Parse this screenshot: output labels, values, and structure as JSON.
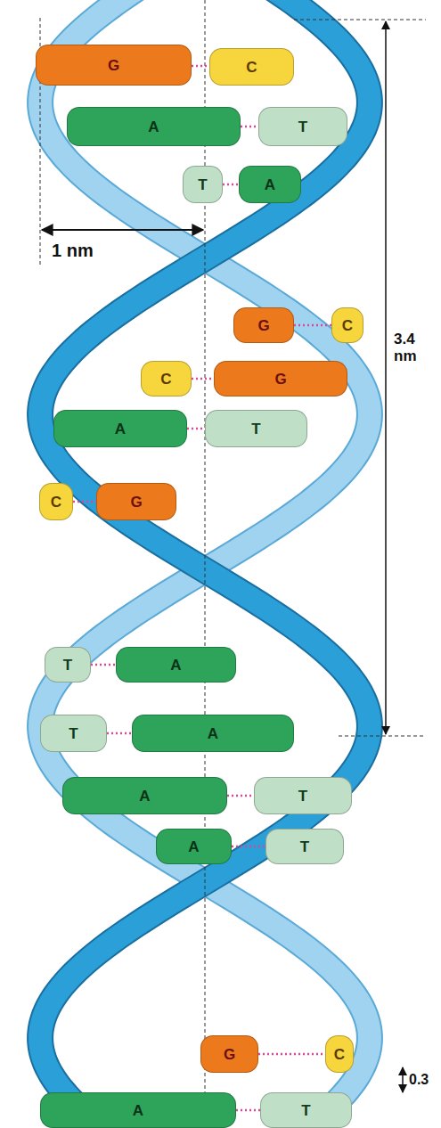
{
  "diagram": {
    "nodes": [
      {
        "text": [
          "G"
        ]
      },
      {
        "text": [
          "C"
        ]
      },
      {
        "text": [
          "A"
        ]
      },
      {
        "text": [
          "T"
        ]
      },
      {
        "text": [
          "T"
        ]
      },
      {
        "text": [
          "A"
        ]
      },
      {
        "text": [
          "G"
        ]
      },
      {
        "text": [
          "C"
        ]
      },
      {
        "text": [
          "C"
        ]
      },
      {
        "text": [
          "G"
        ]
      },
      {
        "text": [
          "A"
        ]
      },
      {
        "text": [
          "T"
        ]
      },
      {
        "text": [
          "C"
        ]
      },
      {
        "text": [
          "G"
        ]
      },
      {
        "text": [
          "T"
        ]
      },
      {
        "text": [
          "A"
        ]
      },
      {
        "text": [
          "T"
        ]
      },
      {
        "text": [
          "A"
        ]
      },
      {
        "text": [
          "A"
        ]
      },
      {
        "text": [
          "T"
        ]
      },
      {
        "text": [
          "A"
        ]
      },
      {
        "text": [
          "T"
        ]
      },
      {
        "text": [
          "G"
        ]
      },
      {
        "text": [
          "C"
        ]
      },
      {
        "text": [
          "A"
        ]
      },
      {
        "text": [
          "T"
        ]
      }
    ],
    "edges": [
      {
        "from": 0,
        "to": 1,
        "arrow": "none"
      },
      {
        "from": 2,
        "to": 3,
        "arrow": "none"
      },
      {
        "from": 4,
        "to": 5,
        "arrow": "none"
      },
      {
        "from": 6,
        "to": 7,
        "arrow": "none"
      },
      {
        "from": 8,
        "to": 9,
        "arrow": "none"
      },
      {
        "from": 10,
        "to": 11,
        "arrow": "none"
      },
      {
        "from": 12,
        "to": 13,
        "arrow": "none"
      },
      {
        "from": 14,
        "to": 15,
        "arrow": "none"
      },
      {
        "from": 16,
        "to": 17,
        "arrow": "none"
      },
      {
        "from": 18,
        "to": 19,
        "arrow": "none"
      },
      {
        "from": 20,
        "to": 21,
        "arrow": "none"
      },
      {
        "from": 22,
        "to": 23,
        "arrow": "none"
      },
      {
        "from": 24,
        "to": 25,
        "arrow": "none"
      }
    ],
    "labels": [
      "1 nm",
      "3.4 nm",
      "0.3"
    ]
  }
}
